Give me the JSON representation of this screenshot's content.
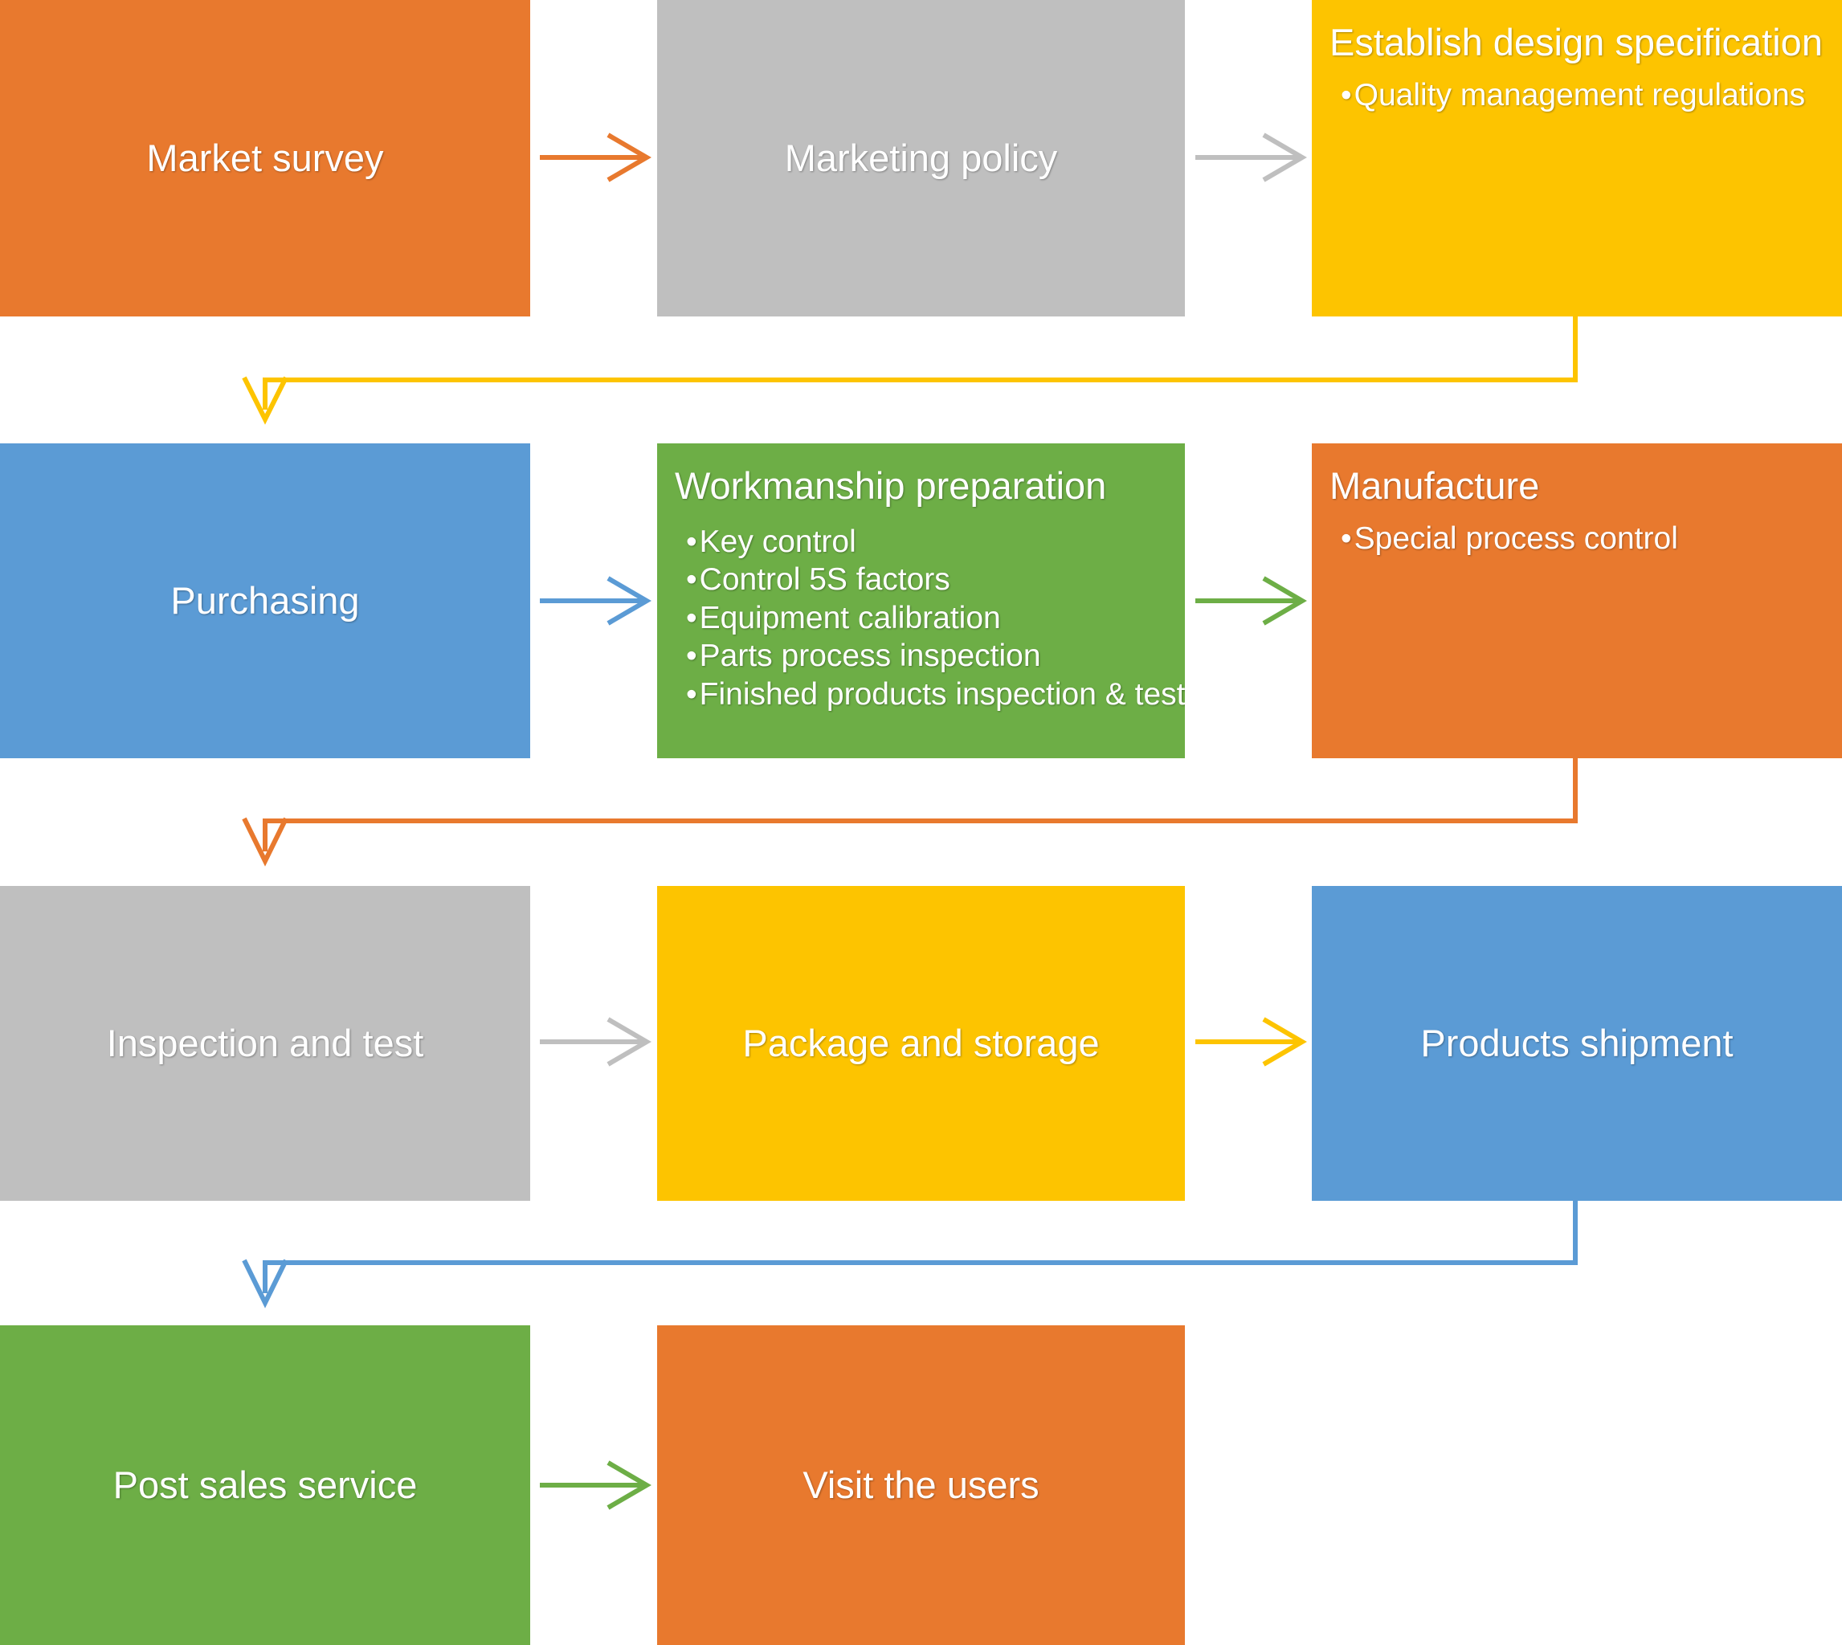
{
  "diagram": {
    "title": "Quality management process flow",
    "colors": {
      "orange": "#E8792E",
      "gray": "#BFBFBF",
      "yellow": "#FDC400",
      "blue": "#5B9BD5",
      "green": "#6DAE46",
      "text": "#FFFFFF"
    },
    "rows": [
      {
        "name": "row-1",
        "nodes": [
          {
            "id": "market-survey",
            "label": "Market survey",
            "color": "orange",
            "bullets": []
          },
          {
            "id": "marketing-policy",
            "label": "Marketing policy",
            "color": "gray",
            "bullets": []
          },
          {
            "id": "establish-design-specification",
            "label": "Establish design specification",
            "color": "yellow",
            "bullets": [
              "Quality management regulations"
            ]
          }
        ]
      },
      {
        "name": "row-2",
        "nodes": [
          {
            "id": "purchasing",
            "label": "Purchasing",
            "color": "blue",
            "bullets": []
          },
          {
            "id": "workmanship-preparation",
            "label": "Workmanship preparation",
            "color": "green",
            "bullets": [
              "Key control",
              "Control 5S factors",
              "Equipment calibration",
              "Parts process inspection",
              "Finished products inspection & test"
            ]
          },
          {
            "id": "manufacture",
            "label": "Manufacture",
            "color": "orange",
            "bullets": [
              "Special process control"
            ]
          }
        ]
      },
      {
        "name": "row-3",
        "nodes": [
          {
            "id": "inspection-and-test",
            "label": "Inspection and test",
            "color": "gray",
            "bullets": []
          },
          {
            "id": "package-and-storage",
            "label": "Package and storage",
            "color": "yellow",
            "bullets": []
          },
          {
            "id": "products-shipment",
            "label": "Products shipment",
            "color": "blue",
            "bullets": []
          }
        ]
      },
      {
        "name": "row-4",
        "nodes": [
          {
            "id": "post-sales-service",
            "label": "Post sales service",
            "color": "green",
            "bullets": []
          },
          {
            "id": "visit-the-users",
            "label": "Visit the users",
            "color": "orange",
            "bullets": []
          }
        ]
      }
    ],
    "connectors": [
      {
        "id": "market-survey-to-marketing-policy",
        "from": "market-survey",
        "to": "marketing-policy",
        "color": "#E8792E",
        "kind": "straight"
      },
      {
        "id": "marketing-policy-to-establish-design-specification",
        "from": "marketing-policy",
        "to": "establish-design-specification",
        "color": "#BFBFBF",
        "kind": "straight"
      },
      {
        "id": "establish-design-specification-to-purchasing",
        "from": "establish-design-specification",
        "to": "purchasing",
        "color": "#FDC400",
        "kind": "wrap"
      },
      {
        "id": "purchasing-to-workmanship-preparation",
        "from": "purchasing",
        "to": "workmanship-preparation",
        "color": "#5B9BD5",
        "kind": "straight"
      },
      {
        "id": "workmanship-preparation-to-manufacture",
        "from": "workmanship-preparation",
        "to": "manufacture",
        "color": "#6DAE46",
        "kind": "straight"
      },
      {
        "id": "manufacture-to-inspection-and-test",
        "from": "manufacture",
        "to": "inspection-and-test",
        "color": "#E8792E",
        "kind": "wrap"
      },
      {
        "id": "inspection-and-test-to-package-and-storage",
        "from": "inspection-and-test",
        "to": "package-and-storage",
        "color": "#BFBFBF",
        "kind": "straight"
      },
      {
        "id": "package-and-storage-to-products-shipment",
        "from": "package-and-storage",
        "to": "products-shipment",
        "color": "#FDC400",
        "kind": "straight"
      },
      {
        "id": "products-shipment-to-post-sales-service",
        "from": "products-shipment",
        "to": "post-sales-service",
        "color": "#5B9BD5",
        "kind": "wrap"
      },
      {
        "id": "post-sales-service-to-visit-the-users",
        "from": "post-sales-service",
        "to": "visit-the-users",
        "color": "#6DAE46",
        "kind": "straight"
      }
    ]
  }
}
